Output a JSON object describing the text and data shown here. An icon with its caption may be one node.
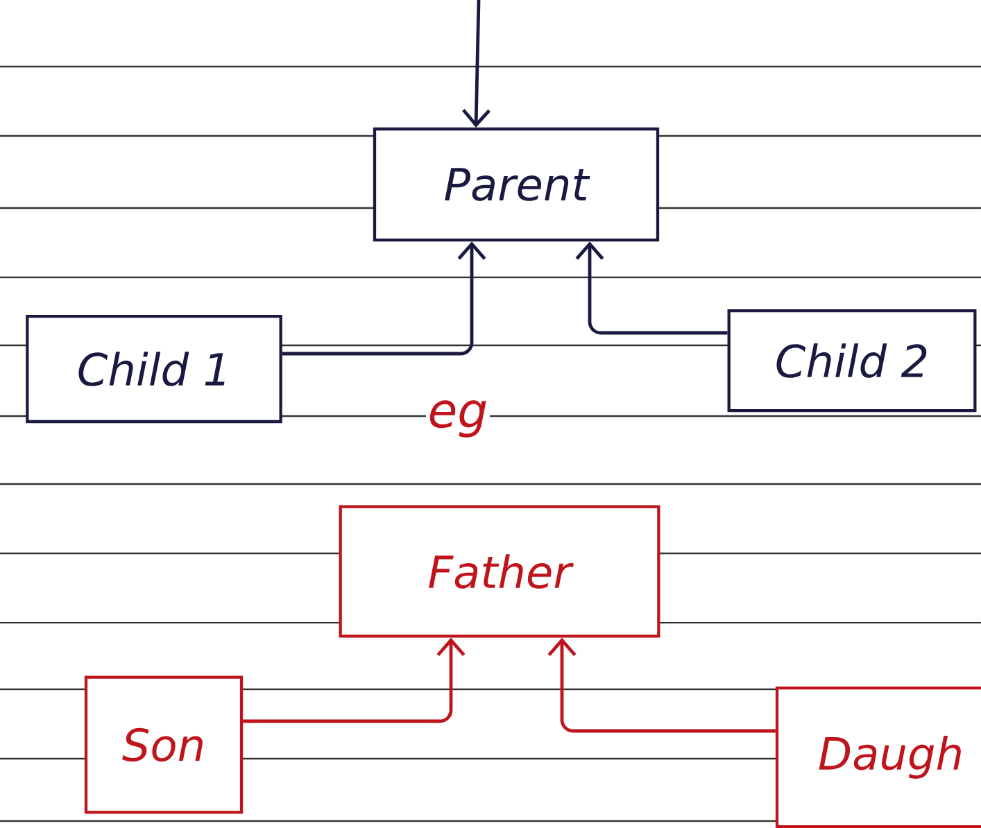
{
  "diagram": {
    "nodes": [
      {
        "text": [
          "Parent"
        ]
      },
      {
        "text": [
          "Child 1"
        ]
      },
      {
        "text": [
          "Child 2"
        ]
      },
      {
        "text": [
          "Father"
        ]
      },
      {
        "text": [
          "Son"
        ]
      },
      {
        "text": [
          "Daugh"
        ]
      }
    ],
    "edges": [
      {
        "from": null,
        "to": 0,
        "arrow": "to"
      },
      {
        "from": 1,
        "to": 0,
        "arrow": "to"
      },
      {
        "from": 2,
        "to": 0,
        "arrow": "to"
      },
      {
        "from": 4,
        "to": 3,
        "arrow": "to",
        "color": "#c0141c"
      },
      {
        "from": 5,
        "to": 3,
        "arrow": "to",
        "color": "#c0141c"
      }
    ],
    "labels": [
      "eg"
    ]
  }
}
